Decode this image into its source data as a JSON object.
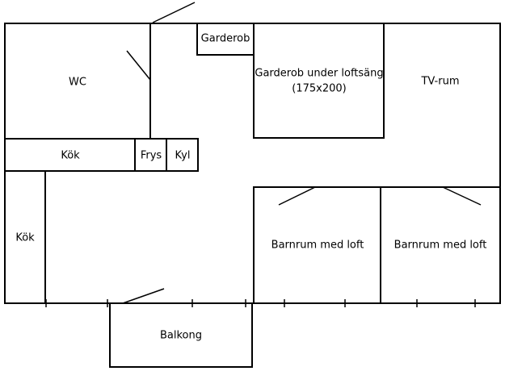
{
  "rooms": {
    "wc": "WC",
    "garderob": "Garderob",
    "garderob_loft_line1": "Garderob under loftsäng",
    "garderob_loft_line2": "(175x200)",
    "tv_rum": "TV-rum",
    "kok_counter": "Kök",
    "frys": "Frys",
    "kyl": "Kyl",
    "kok_side": "Kök",
    "barnrum_left": "Barnrum med loft",
    "barnrum_right": "Barnrum med loft",
    "balkong": "Balkong"
  },
  "colors": {
    "walls": "#000000",
    "background": "#ffffff"
  }
}
